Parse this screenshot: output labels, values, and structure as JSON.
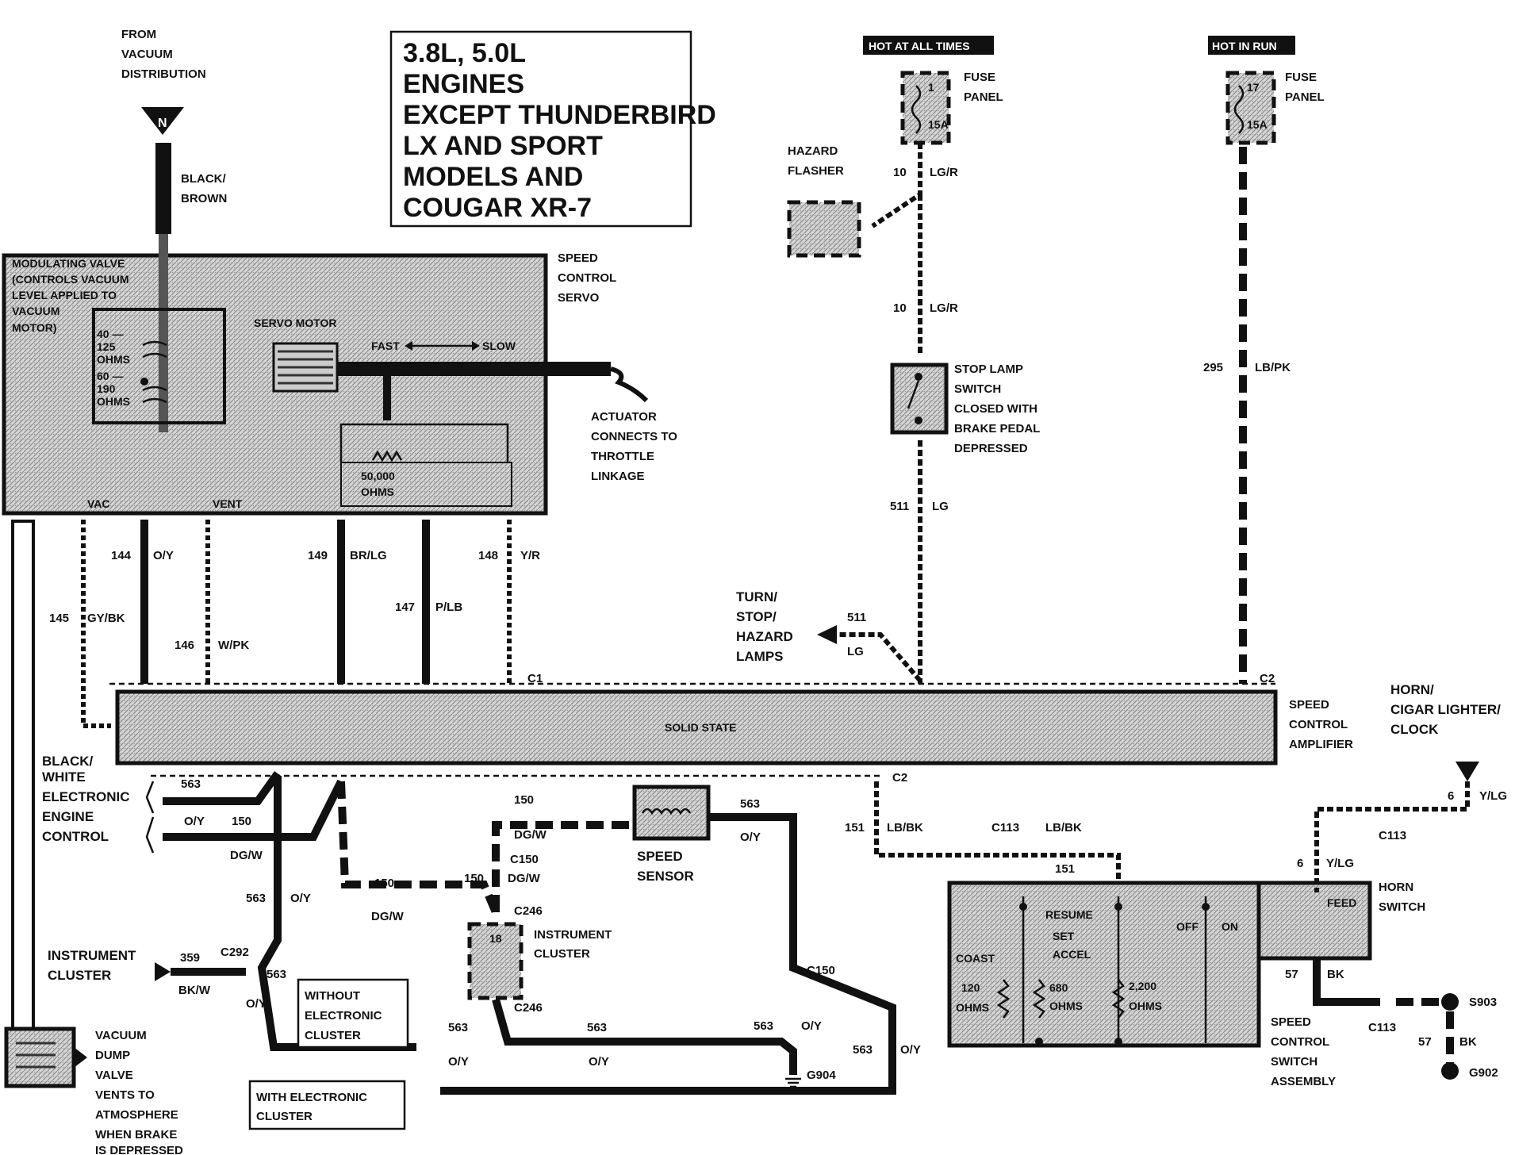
{
  "title_box": {
    "lines": [
      "3.8L, 5.0L",
      "ENGINES",
      "EXCEPT THUNDERBIRD",
      "LX AND SPORT",
      "MODELS AND",
      "COUGAR XR-7"
    ]
  },
  "vacuum_source": {
    "from_label": [
      "FROM",
      "VACUUM",
      "DISTRIBUTION"
    ],
    "node": "N",
    "hose_color": [
      "BLACK/",
      "BROWN"
    ]
  },
  "servo": {
    "label": [
      "SPEED",
      "CONTROL",
      "SERVO"
    ],
    "modulating_valve": [
      "MODULATING VALVE",
      "(CONTROLS VACUUM",
      "LEVEL APPLIED TO",
      "VACUUM",
      "MOTOR)"
    ],
    "coil_values": [
      "40 —",
      "125",
      "OHMS",
      "60 —",
      "190",
      "OHMS"
    ],
    "servo_motor": "SERVO MOTOR",
    "fast": "FAST",
    "slow": "SLOW",
    "pot": [
      "50,000",
      "OHMS"
    ],
    "vac": "VAC",
    "vent": "VENT",
    "actuator": [
      "ACTUATOR",
      "CONNECTS TO",
      "THROTTLE",
      "LINKAGE"
    ]
  },
  "servo_wires": [
    {
      "num": "145",
      "color": "GY/BK"
    },
    {
      "num": "144",
      "color": "O/Y"
    },
    {
      "num": "146",
      "color": "W/PK"
    },
    {
      "num": "149",
      "color": "BR/LG"
    },
    {
      "num": "147",
      "color": "P/LB"
    },
    {
      "num": "148",
      "color": "Y/R"
    }
  ],
  "fuse_left": {
    "header": "HOT AT ALL TIMES",
    "num": "1",
    "amps": "15A",
    "label": [
      "FUSE",
      "PANEL"
    ]
  },
  "fuse_right": {
    "header": "HOT IN RUN",
    "num": "17",
    "amps": "15A",
    "label": [
      "FUSE",
      "PANEL"
    ]
  },
  "hazard": {
    "label": [
      "HAZARD",
      "FLASHER"
    ],
    "wire1_num": "10",
    "wire1_color": "LG/R",
    "wire2_num": "10",
    "wire2_color": "LG/R"
  },
  "stop_lamp": {
    "label": [
      "STOP LAMP",
      "SWITCH",
      "CLOSED WITH",
      "BRAKE PEDAL",
      "DEPRESSED"
    ],
    "wire_num": "511",
    "wire_color": "LG"
  },
  "turn_lamps": {
    "label": [
      "TURN/",
      "STOP/",
      "HAZARD",
      "LAMPS"
    ],
    "num": "511",
    "color": "LG"
  },
  "run_wire": {
    "num": "295",
    "color": "LB/PK"
  },
  "amplifier": {
    "center": "SOLID STATE",
    "label": [
      "SPEED",
      "CONTROL",
      "AMPLIFIER"
    ],
    "c1": "C1",
    "c2_top": "C2",
    "c2_bottom": "C2"
  },
  "eec": {
    "label": [
      "BLACK/",
      "WHITE",
      "ELECTRONIC",
      "ENGINE",
      "CONTROL"
    ],
    "w1_num": "563",
    "w1_color": "O/Y",
    "w2_num": "150",
    "w2_color": "DG/W"
  },
  "lower_left": {
    "w563a": "563",
    "w563a_color": "O/Y",
    "cluster_label": [
      "INSTRUMENT",
      "CLUSTER"
    ],
    "w359": "359",
    "w359_color": "BK/W",
    "c292": "C292",
    "w563b": "563",
    "w563b_color": "O/Y",
    "without_box": [
      "WITHOUT",
      "ELECTRONIC",
      "CLUSTER"
    ],
    "with_box": [
      "WITH ELECTRONIC",
      "CLUSTER"
    ]
  },
  "center": {
    "w150_top": "150",
    "w150_top_color": "DG/W",
    "c150": "C150",
    "w150_left": "150",
    "w150_c150": "150",
    "w150_c150_color": "DG/W",
    "w150_mid_color": "DG/W",
    "c246_top": "C246",
    "cluster": [
      "INSTRUMENT",
      "CLUSTER"
    ],
    "pin": "18",
    "c246_bot": "C246",
    "speed_sensor": [
      "SPEED",
      "SENSOR"
    ],
    "w563_top": "563",
    "w563_top_color": "O/Y",
    "c150_right": "C150",
    "w563_a": "563",
    "w563_a_color": "O/Y",
    "w563_b": "563",
    "w563_b_color": "O/Y",
    "w563_c": "563",
    "w563_c_color": "O/Y",
    "w563_d": "563",
    "w563_d_color": "O/Y",
    "g904": "G904"
  },
  "switch_assembly": {
    "w151_num": "151",
    "w151_color": "LB/BK",
    "c113_a": "C113",
    "c113_a_color": "LB/BK",
    "w151_b": "151",
    "resume": "RESUME",
    "set": "SET",
    "accel": "ACCEL",
    "coast": "COAST",
    "off": "OFF",
    "on": "ON",
    "feed": "FEED",
    "r1": [
      "120",
      "OHMS"
    ],
    "r2": [
      "680",
      "OHMS"
    ],
    "r3": [
      "2,200",
      "OHMS"
    ],
    "label": [
      "SPEED",
      "CONTROL",
      "SWITCH",
      "ASSEMBLY"
    ],
    "horn_switch": [
      "HORN",
      "SWITCH"
    ]
  },
  "horn": {
    "label": [
      "HORN/",
      "CIGAR LIGHTER/",
      "CLOCK"
    ],
    "w6_num": "6",
    "w6_color": "Y/LG",
    "c113_b": "C113",
    "w6b_num": "6",
    "w6b_color": "Y/LG",
    "w57_num": "57",
    "w57_color": "BK",
    "c113_c": "C113",
    "s903": "S903",
    "w57b_num": "57",
    "w57b_color": "BK",
    "g902": "G902"
  },
  "vacuum_dump": {
    "label": [
      "VACUUM",
      "DUMP",
      "VALVE",
      "VENTS TO",
      "ATMOSPHERE",
      "WHEN BRAKE",
      "IS DEPRESSED"
    ]
  }
}
